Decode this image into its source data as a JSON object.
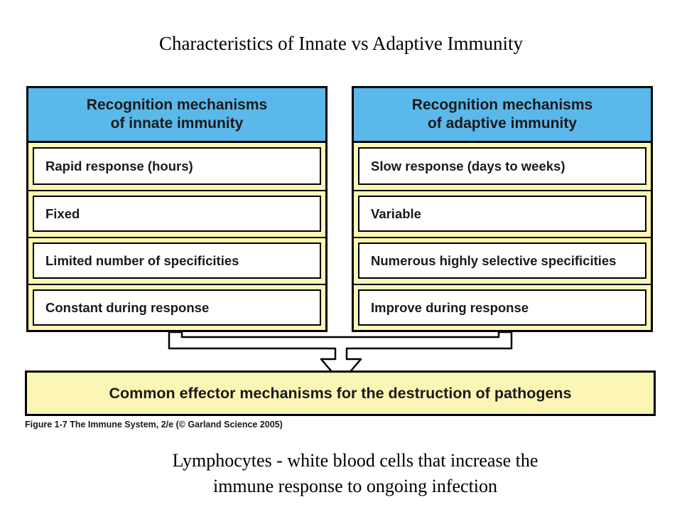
{
  "title": "Characteristics of Innate vs Adaptive Immunity",
  "innate": {
    "heading": "Recognition mechanisms\nof innate immunity",
    "items": [
      "Rapid response (hours)",
      "Fixed",
      "Limited number of specificities",
      "Constant during response"
    ]
  },
  "adaptive": {
    "heading": "Recognition mechanisms\nof adaptive immunity",
    "items": [
      "Slow response (days to weeks)",
      "Variable",
      "Numerous highly selective specificities",
      "Improve during response"
    ]
  },
  "effector": "Common effector mechanisms for the destruction of pathogens",
  "caption": "Figure 1-7  The Immune System, 2/e (© Garland Science 2005)",
  "footer": {
    "line1": "Lymphocytes - white blood cells that increase the",
    "line2": "immune response to ongoing infection"
  },
  "colors": {
    "header_blue": "#5bb8ea",
    "panel_yellow": "#fcf6b4"
  }
}
